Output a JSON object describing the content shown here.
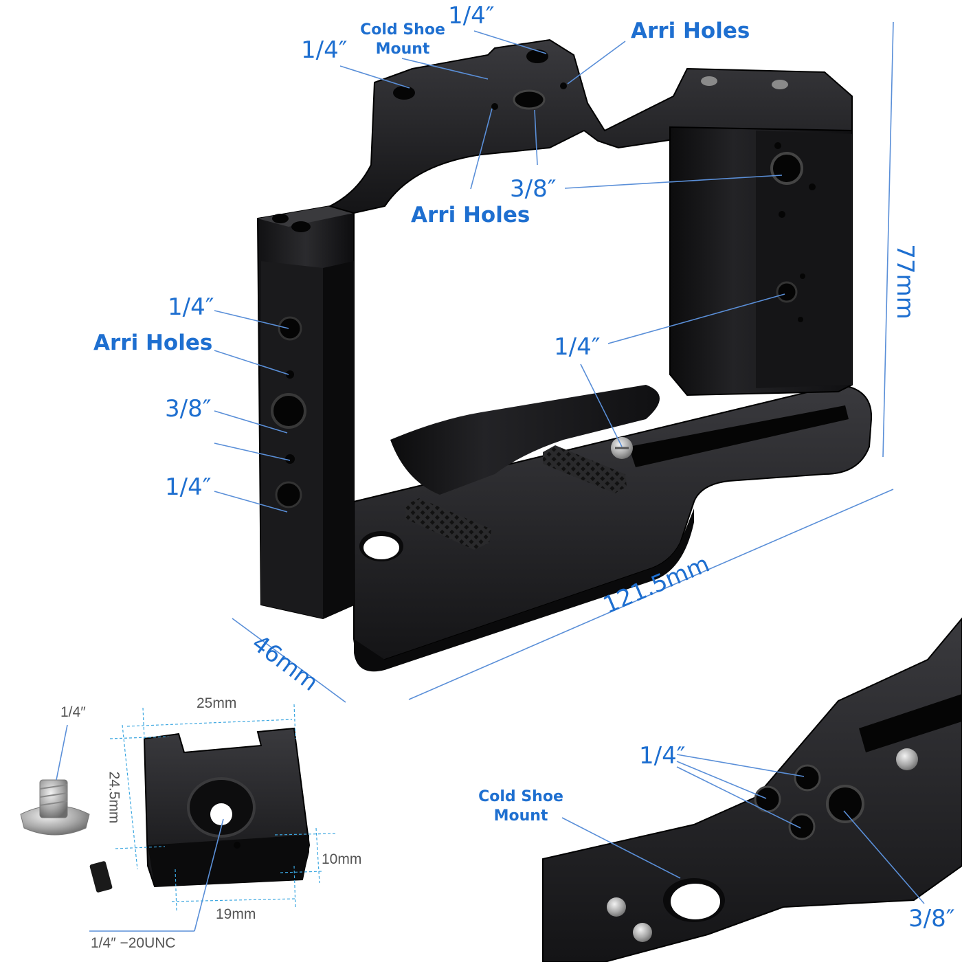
{
  "labels": {
    "top_quarter_right": "1/4″",
    "top_quarter_left": "1/4″",
    "top_cold_shoe": "Cold Shoe Mount",
    "top_arri_right": "Arri Holes",
    "top_arri_center": "Arri Holes",
    "right_three_eighths": "3/8″",
    "right_quarter": "1/4″",
    "side_quarter_top": "1/4″",
    "side_arri": "Arri Holes",
    "side_three_eighths": "3/8″",
    "side_quarter_bottom": "1/4″",
    "detail_quarter": "1/4″",
    "detail_cold_shoe": "Cold Shoe Mount",
    "detail_three_eighths": "3/8″"
  },
  "dimensions": {
    "height": "77mm",
    "width": "121.5mm",
    "depth": "46mm"
  },
  "shoe_dimensions": {
    "width_top": "25mm",
    "height_side": "24.5mm",
    "rail": "10mm",
    "width_bottom": "19mm",
    "screw_label": "1/4″",
    "thread_label": "1/4″  −20UNC"
  },
  "colors": {
    "label_blue": "#1e6fd0",
    "metal": "#1b1b1d",
    "guide_line": "#5a8fd8"
  }
}
